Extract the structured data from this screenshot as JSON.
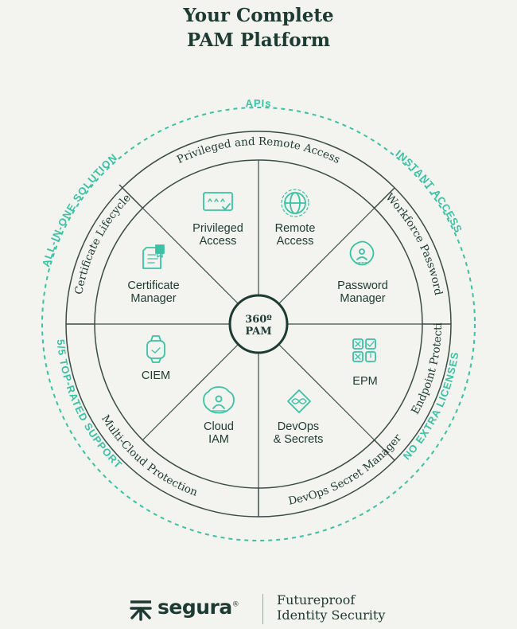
{
  "header": {
    "title_line1": "Your Complete",
    "title_line2": "PAM Platform"
  },
  "colors": {
    "dark": "#1d3a33",
    "accent": "#3cc1a4",
    "line": "#3b4c47"
  },
  "outer_features": {
    "top": "APIs",
    "top_right": "INSTANT ACCESS",
    "right": "NO EXTRA LICENSES",
    "left": "5/5 TOP-RATED SUPPORT",
    "top_left": "ALL-IN-ONE SOLUTION"
  },
  "ring_sections": {
    "top": "Privileged and Remote Access",
    "right_upper": "Workforce Password",
    "right_lower": "Endpoint Protection",
    "bottom_right": "DevOps Secret Manager",
    "bottom_left": "Multi-Cloud Protection",
    "left": "Certificate Lifecycle"
  },
  "segments": [
    {
      "label1": "Privileged",
      "label2": "Access",
      "icon": "privileged-access-icon"
    },
    {
      "label1": "Remote",
      "label2": "Access",
      "icon": "globe-icon"
    },
    {
      "label1": "Password",
      "label2": "Manager",
      "icon": "password-vault-icon"
    },
    {
      "label1": "EPM",
      "label2": "",
      "icon": "checklist-icon"
    },
    {
      "label1": "DevOps",
      "label2": "& Secrets",
      "icon": "infinity-icon"
    },
    {
      "label1": "Cloud",
      "label2": "IAM",
      "icon": "cloud-user-icon"
    },
    {
      "label1": "CIEM",
      "label2": "",
      "icon": "watch-icon"
    },
    {
      "label1": "Certificate",
      "label2": "Manager",
      "icon": "certificate-icon"
    }
  ],
  "center": {
    "line1": "360º",
    "line2": "PAM"
  },
  "footer": {
    "brand": "segura",
    "brand_mark": "®",
    "tagline1": "Futureproof",
    "tagline2": "Identity Security"
  }
}
